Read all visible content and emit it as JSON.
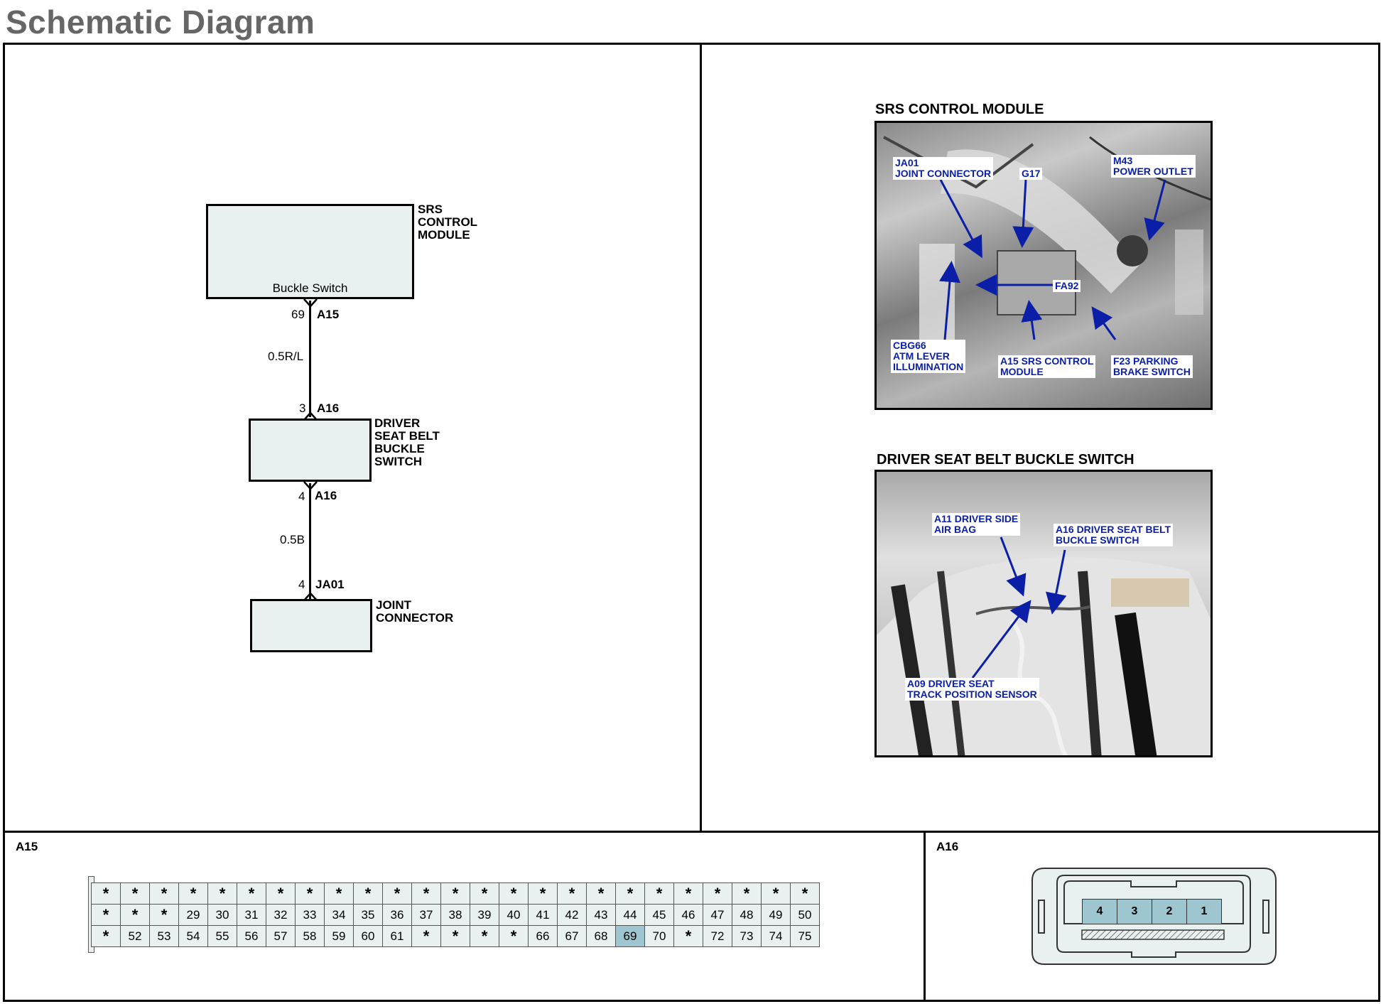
{
  "title": "Schematic Diagram",
  "schematic": {
    "srs_module": {
      "label_lines": [
        "SRS",
        "CONTROL",
        "MODULE"
      ],
      "inner_label": "Buckle Switch"
    },
    "pin_69": "69",
    "conn_a15": "A15",
    "wire1": "0.5R/L",
    "pin_3": "3",
    "conn_a16_top": "A16",
    "buckle_switch": {
      "label_lines": [
        "DRIVER",
        "SEAT BELT",
        "BUCKLE",
        "SWITCH"
      ]
    },
    "pin_4_bottom": "4",
    "conn_a16_bottom": "A16",
    "wire2": "0.5B",
    "pin_4_joint": "4",
    "conn_ja01": "JA01",
    "joint_connector": {
      "label_lines": [
        "JOINT",
        "CONNECTOR"
      ]
    }
  },
  "photos": {
    "srs": {
      "caption": "SRS CONTROL MODULE",
      "tags": {
        "ja01": [
          "JA01",
          "JOINT CONNECTOR"
        ],
        "g17": [
          "G17"
        ],
        "m43": [
          "M43",
          "POWER OUTLET"
        ],
        "fa92": [
          "FA92"
        ],
        "cbg66": [
          "CBG66",
          "ATM LEVER",
          "ILLUMINATION"
        ],
        "a15": [
          "A15 SRS CONTROL",
          "MODULE"
        ],
        "f23": [
          "F23 PARKING",
          "BRAKE SWITCH"
        ]
      }
    },
    "buckle": {
      "caption": "DRIVER SEAT BELT BUCKLE SWITCH",
      "tags": {
        "a11": [
          "A11 DRIVER SIDE",
          "AIR BAG"
        ],
        "a16": [
          "A16 DRIVER SEAT BELT",
          "BUCKLE SWITCH"
        ],
        "a09": [
          "A09 DRIVER SEAT",
          "TRACK POSITION SENSOR"
        ]
      }
    }
  },
  "connectors": {
    "a15": {
      "title": "A15",
      "highlight": "69",
      "rows": [
        [
          "*",
          "*",
          "*",
          "*",
          "*",
          "*",
          "*",
          "*",
          "*",
          "*",
          "*",
          "*",
          "*",
          "*",
          "*",
          "*",
          "*",
          "*",
          "*",
          "*",
          "*",
          "*",
          "*",
          "*",
          "*"
        ],
        [
          "*",
          "*",
          "*",
          "29",
          "30",
          "31",
          "32",
          "33",
          "34",
          "35",
          "36",
          "37",
          "38",
          "39",
          "40",
          "41",
          "42",
          "43",
          "44",
          "45",
          "46",
          "47",
          "48",
          "49",
          "50"
        ],
        [
          "*",
          "52",
          "53",
          "54",
          "55",
          "56",
          "57",
          "58",
          "59",
          "60",
          "61",
          "*",
          "*",
          "*",
          "*",
          "66",
          "67",
          "68",
          "69",
          "70",
          "*",
          "72",
          "73",
          "74",
          "75"
        ]
      ]
    },
    "a16": {
      "title": "A16",
      "pins": [
        "4",
        "3",
        "2",
        "1"
      ]
    }
  }
}
